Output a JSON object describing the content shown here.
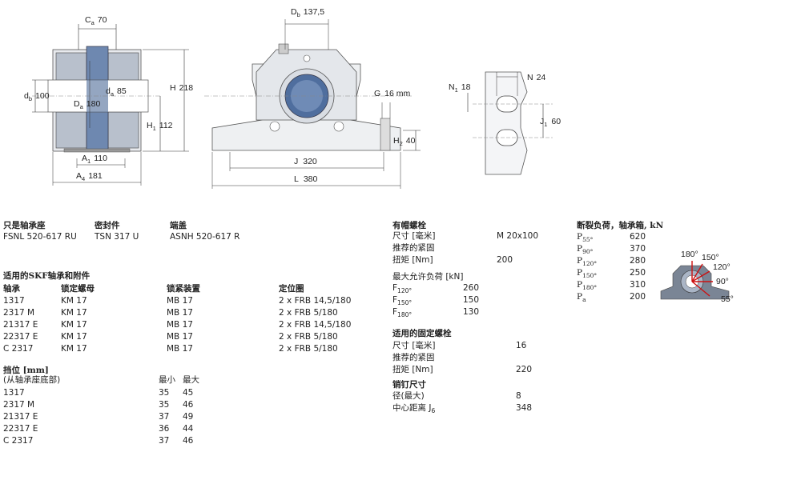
{
  "drawings": {
    "side": {
      "ca": "C",
      "ca_sub": "a",
      "ca_val": "70",
      "db": "d",
      "db_sub": "b",
      "db_val": "100",
      "Da": "D",
      "Da_sub": "a",
      "Da_val": "180",
      "da": "d",
      "da_sub": "a",
      "da_val": "85",
      "H": "H",
      "H_val": "218",
      "H1": "H",
      "H1_sub": "1",
      "H1_val": "112",
      "A1": "A",
      "A1_sub": "1",
      "A1_val": "110",
      "A4": "A",
      "A4_sub": "4",
      "A4_val": "181"
    },
    "front": {
      "Db": "D",
      "Db_sub": "b",
      "Db_val": "137,5",
      "G": "G",
      "G_val": "16 mm",
      "H2": "H",
      "H2_sub": "2",
      "H2_val": "40",
      "J": "J",
      "J_val": "320",
      "L": "L",
      "L_val": "380"
    },
    "foot": {
      "N1": "N",
      "N1_sub": "1",
      "N1_val": "18",
      "N": "N",
      "N_val": "24",
      "J1": "J",
      "J1_sub": "1",
      "J1_val": "60"
    },
    "load_angles": [
      "180°",
      "150°",
      "120°",
      "90°",
      "55°"
    ]
  },
  "left": {
    "housing_h": "只是轴承座",
    "housing_v": "FSNL 520-617 RU",
    "seal_h": "密封件",
    "seal_v": "TSN 317 U",
    "cover_h": "端盖",
    "cover_v": "ASNH 520-617 R",
    "bearings_title": "适用的SKF轴承和附件",
    "bearings_cols": [
      "轴承",
      "锁定螺母",
      "锁紧装置",
      "定位圈"
    ],
    "bearings_rows": [
      [
        "1317",
        "KM 17",
        "MB 17",
        "2 x FRB 14,5/180"
      ],
      [
        "2317 M",
        "KM 17",
        "MB 17",
        "2 x FRB 5/180"
      ],
      [
        "21317 E",
        "KM 17",
        "MB 17",
        "2 x FRB 14,5/180"
      ],
      [
        "22317 E",
        "KM 17",
        "MB 17",
        "2 x FRB 5/180"
      ],
      [
        "C 2317",
        "KM 17",
        "MB 17",
        "2 x FRB 5/180"
      ]
    ],
    "pos_title": "挡位 [mm]",
    "pos_sub": "(从轴承座底部)",
    "pos_min": "最小",
    "pos_max": "最大",
    "pos_rows": [
      [
        "1317",
        "35",
        "45"
      ],
      [
        "2317 M",
        "35",
        "46"
      ],
      [
        "21317 E",
        "37",
        "49"
      ],
      [
        "22317 E",
        "36",
        "44"
      ],
      [
        "C 2317",
        "37",
        "46"
      ]
    ]
  },
  "middle": {
    "cap_title": "有帽螺栓",
    "size_label": "尺寸 [毫米]",
    "size_val": "M 20x100",
    "recommend": "推荐的紧固",
    "torque_label": "扭矩 [Nm]",
    "torque_val": "200",
    "allow_title": "最大允许负荷 [kN]",
    "allow_rows": [
      {
        "p": "F",
        "sub": "120°",
        "v": "260"
      },
      {
        "p": "F",
        "sub": "150°",
        "v": "150"
      },
      {
        "p": "F",
        "sub": "180°",
        "v": "130"
      }
    ],
    "attach_title": "适用的固定螺栓",
    "attach_size_label": "尺寸 [毫米]",
    "attach_size_val": "16",
    "attach_recommend": "推荐的紧固",
    "attach_torque_label": "扭矩 [Nm]",
    "attach_torque_val": "220",
    "dowel_title": "销钉尺寸",
    "dowel_dia_label": "径(最大)",
    "dowel_dia_val": "8",
    "dowel_dist_label": "中心距离 J",
    "dowel_dist_sub": "6",
    "dowel_dist_val": "348"
  },
  "right": {
    "title": "断裂负荷，轴承箱, kN",
    "rows": [
      {
        "p": "P",
        "sub": "55°",
        "v": "620"
      },
      {
        "p": "P",
        "sub": "90°",
        "v": "370"
      },
      {
        "p": "P",
        "sub": "120°",
        "v": "280"
      },
      {
        "p": "P",
        "sub": "150°",
        "v": "250"
      },
      {
        "p": "P",
        "sub": "180°",
        "v": "310"
      },
      {
        "p": "P",
        "sub": "a",
        "v": "200"
      }
    ]
  }
}
